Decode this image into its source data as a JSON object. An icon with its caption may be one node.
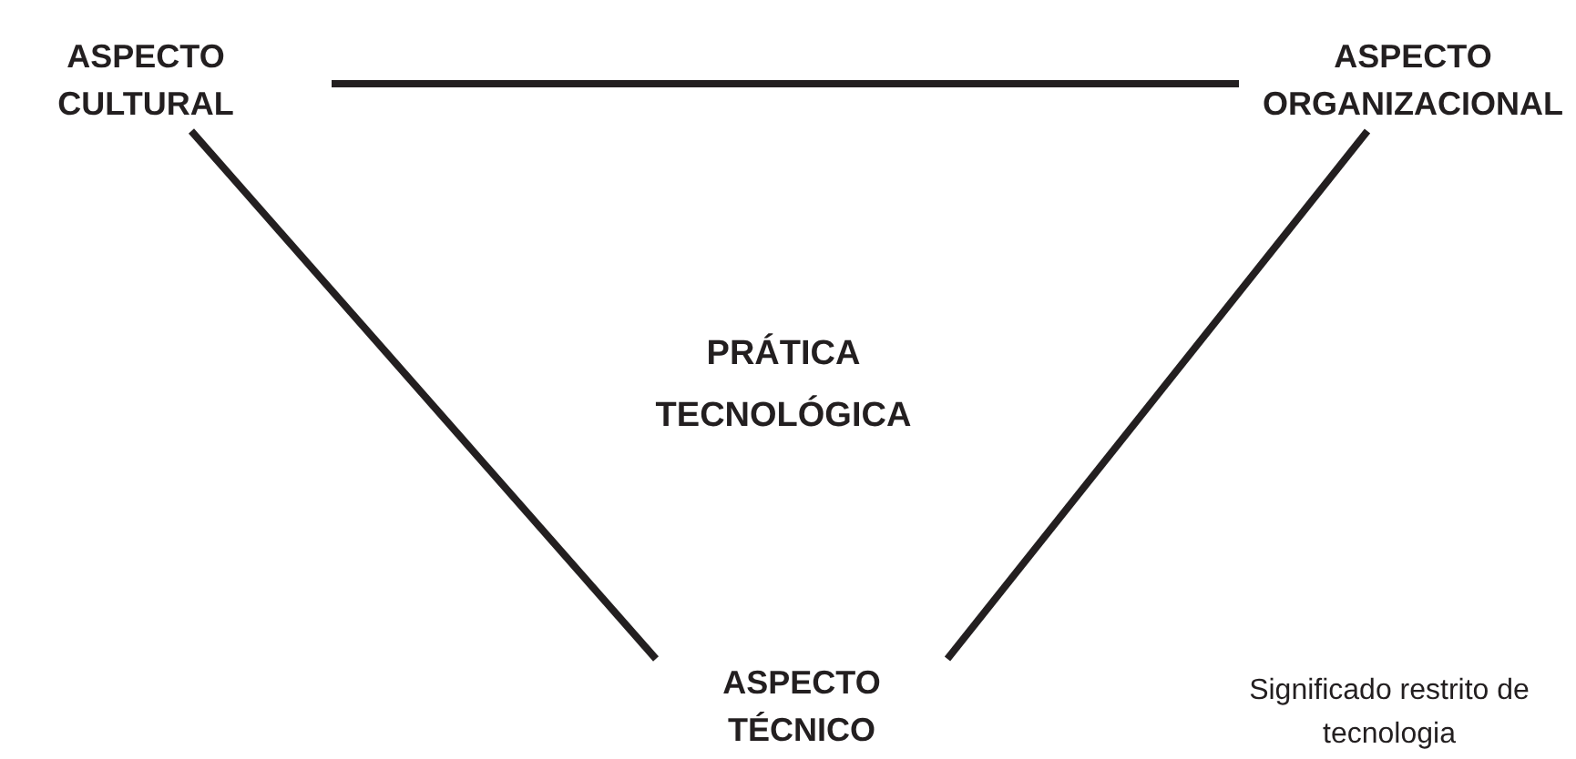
{
  "diagram": {
    "nodes": [
      {
        "text": [
          "ASPECTO CULTURAL"
        ]
      },
      {
        "text": [
          "ASPECTO ORGANIZACIONAL"
        ]
      },
      {
        "text": [
          "ASPECTO TÉCNICO"
        ]
      }
    ],
    "edges": [
      {
        "from": 0,
        "to": 1,
        "arrow": "none"
      },
      {
        "from": 0,
        "to": 2,
        "arrow": "none"
      },
      {
        "from": 1,
        "to": 2,
        "arrow": "none"
      }
    ],
    "labels": [
      "PRÁTICA TECNOLÓGICA",
      "Significado restrito de tecnologia"
    ]
  }
}
